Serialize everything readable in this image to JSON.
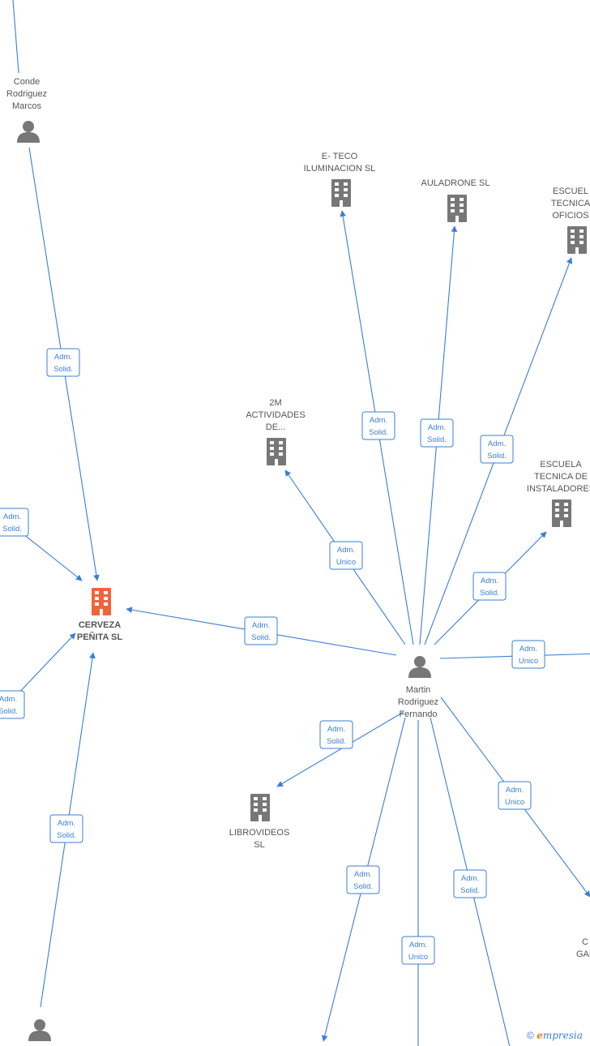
{
  "colors": {
    "edge": "#3a7fd5",
    "building": "#777777",
    "building_main": "#f0643c",
    "person": "#777777",
    "label": "#555555"
  },
  "nodes": [
    {
      "id": "conde",
      "kind": "person",
      "label": [
        "Conde",
        "Rodriguez",
        "Marcos"
      ]
    },
    {
      "id": "cerveza",
      "kind": "company-main",
      "label": [
        "CERVEZA",
        "PEÑITA  SL"
      ]
    },
    {
      "id": "eteco",
      "kind": "company",
      "label": [
        "E- TECO",
        "ILUMINACION SL"
      ]
    },
    {
      "id": "auladrone",
      "kind": "company",
      "label": [
        "AULADRONE  SL"
      ]
    },
    {
      "id": "escuela_oficios",
      "kind": "company",
      "label": [
        "ESCUEL",
        "TECNICA",
        "OFICIOS"
      ]
    },
    {
      "id": "2m",
      "kind": "company",
      "label": [
        "2M",
        "ACTIVIDADES",
        "DE..."
      ]
    },
    {
      "id": "escuela_inst",
      "kind": "company",
      "label": [
        "ESCUELA",
        "TECNICA DE",
        "INSTALADORES"
      ]
    },
    {
      "id": "martin",
      "kind": "person",
      "label": [
        "Martin",
        "Rodriguez",
        "Fernando"
      ]
    },
    {
      "id": "librovideos",
      "kind": "company",
      "label": [
        "LIBROVIDEOS",
        "SL"
      ]
    },
    {
      "id": "gal",
      "kind": "company-offscreen",
      "label": [
        "C",
        "GAL"
      ]
    },
    {
      "id": "person_bottom",
      "kind": "person",
      "label": []
    }
  ],
  "edges": [
    {
      "id": "e1",
      "label": [
        "Adm.",
        "Solid."
      ]
    },
    {
      "id": "e2",
      "label": [
        "Adm.",
        "Solid."
      ]
    },
    {
      "id": "e3",
      "label": [
        "Adm.",
        "Solid."
      ]
    },
    {
      "id": "e4",
      "label": [
        "Adm.",
        "Solid."
      ]
    },
    {
      "id": "e5",
      "label": [
        "Adm.",
        "Solid."
      ]
    },
    {
      "id": "e6",
      "label": [
        "Adm.",
        "Solid."
      ]
    },
    {
      "id": "e7",
      "label": [
        "Adm.",
        "Unico"
      ]
    },
    {
      "id": "e8",
      "label": [
        "Adm.",
        "Solid."
      ]
    },
    {
      "id": "e9",
      "label": [
        "Adm.",
        "Solid."
      ]
    },
    {
      "id": "e10",
      "label": [
        "Adm.",
        "Solid."
      ]
    },
    {
      "id": "e11",
      "label": [
        "Adm.",
        "Solid."
      ]
    },
    {
      "id": "e12",
      "label": [
        "Adm.",
        "Unico"
      ]
    },
    {
      "id": "e13",
      "label": [
        "Adm.",
        "Unico"
      ]
    },
    {
      "id": "e14",
      "label": [
        "Adm.",
        "Solid."
      ]
    },
    {
      "id": "e15",
      "label": [
        "Adm.",
        "Unico"
      ]
    },
    {
      "id": "e16",
      "label": [
        "Adm.",
        "Solid."
      ]
    }
  ],
  "footer": {
    "copyright_symbol": "©",
    "brand_initial": "e",
    "brand_rest": "mpresia"
  }
}
